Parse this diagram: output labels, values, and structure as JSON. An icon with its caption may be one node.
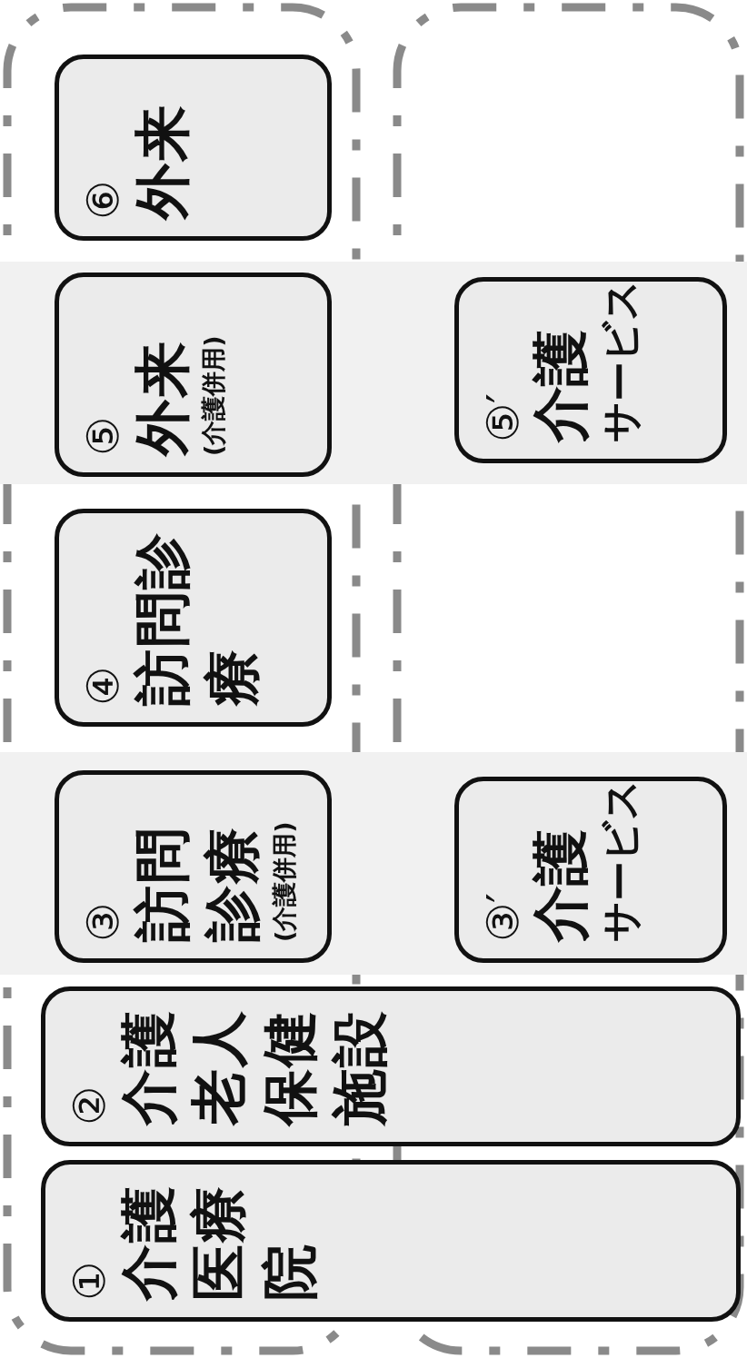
{
  "diagram": {
    "nodes": [
      {
        "text": [
          "①",
          "介護医療院"
        ]
      },
      {
        "text": [
          "②",
          "介護老人保健施設"
        ]
      },
      {
        "text": [
          "③",
          "訪問診療",
          "(介護併用)"
        ]
      },
      {
        "text": [
          "④",
          "訪問診療"
        ]
      },
      {
        "text": [
          "⑤",
          "外来",
          "(介護併用)"
        ]
      },
      {
        "text": [
          "⑥",
          "外来"
        ]
      },
      {
        "text": [
          "③′",
          "介護サービス"
        ]
      },
      {
        "text": [
          "⑤′",
          "介護サービス"
        ]
      }
    ]
  }
}
